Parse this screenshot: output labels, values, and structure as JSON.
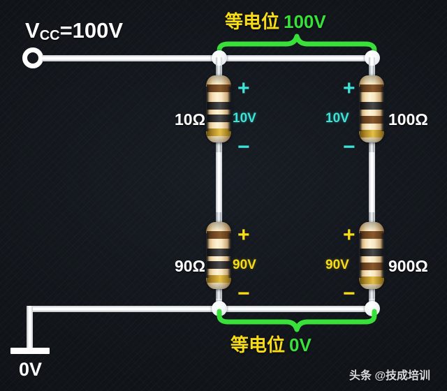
{
  "circuit": {
    "supply": {
      "label_prefix": "V",
      "label_sub": "CC",
      "label_value": "=100V"
    },
    "ground": {
      "label": "0V"
    },
    "equipotential_top": {
      "text_cn": "等电位",
      "value": "100V",
      "cn_color": "#f7dc16",
      "value_color": "#39e03a",
      "brace_color": "#39e03a"
    },
    "equipotential_bottom": {
      "text_cn": "等电位",
      "value": "0V",
      "cn_color": "#f7dc16",
      "value_color": "#39e03a",
      "brace_color": "#39e03a"
    },
    "resistors": [
      {
        "id": "r-top-left",
        "resistance": "10Ω",
        "voltage": "10V",
        "plus": "+",
        "minus": "−",
        "accent_color": "#3ee2d6",
        "bands": [
          "brown",
          "black",
          "black",
          "gold"
        ]
      },
      {
        "id": "r-top-right",
        "resistance": "100Ω",
        "voltage": "10V",
        "plus": "+",
        "minus": "−",
        "accent_color": "#3ee2d6",
        "bands": [
          "brown",
          "black",
          "brown",
          "gold"
        ]
      },
      {
        "id": "r-bottom-left",
        "resistance": "90Ω",
        "voltage": "90V",
        "plus": "+",
        "minus": "−",
        "accent_color": "#f7dc16",
        "bands": [
          "brown",
          "black",
          "black",
          "gold"
        ]
      },
      {
        "id": "r-bottom-right",
        "resistance": "900Ω",
        "voltage": "90V",
        "plus": "+",
        "minus": "−",
        "accent_color": "#f7dc16",
        "bands": [
          "brown",
          "black",
          "brown",
          "gold"
        ]
      }
    ],
    "wire_color": "#ffffff",
    "background_color": "#14181e"
  },
  "watermark": {
    "text": "头条 @技成培训"
  }
}
